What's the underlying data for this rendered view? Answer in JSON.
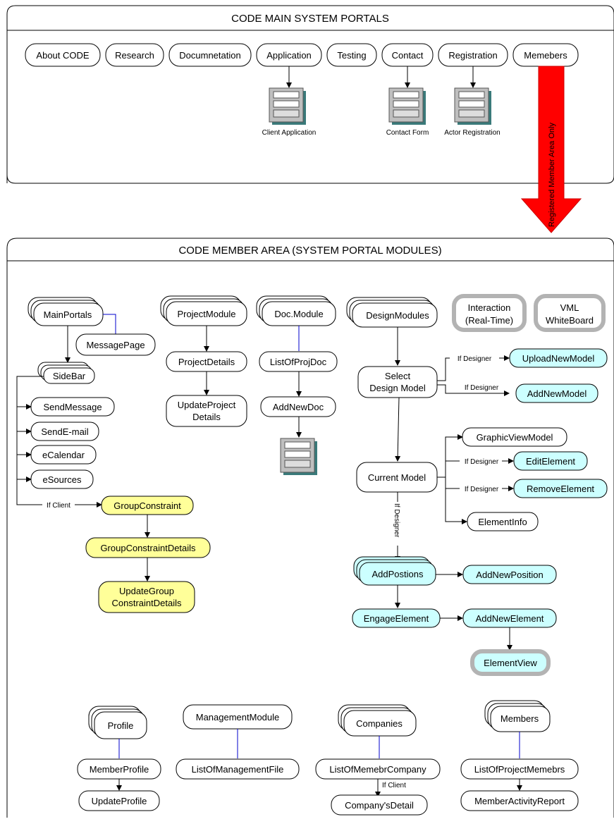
{
  "top_panel": {
    "title": "CODE MAIN SYSTEM PORTALS",
    "tabs": [
      "About CODE",
      "Research",
      "Documnetation",
      "Application",
      "Testing",
      "Contact",
      "Registration",
      "Memebers"
    ],
    "forms": [
      "Client Application",
      "Contact Form",
      "Actor Registration"
    ],
    "arrow_label": "Registered Member Area Only"
  },
  "member_panel": {
    "title": "CODE MEMBER AREA (SYSTEM PORTAL MODULES)"
  },
  "nodes": {
    "mainportals": "MainPortals",
    "messagepage": "MessagePage",
    "sidebar": "SideBar",
    "sendmessage": "SendMessage",
    "sendemail": "SendE-mail",
    "ecalendar": "eCalendar",
    "esources": "eSources",
    "if_client": "If Client",
    "groupconstraint": "GroupConstraint",
    "groupconstraintdetails": "GroupConstraintDetails",
    "updategroup_1": "UpdateGroup",
    "updategroup_2": "ConstraintDetails",
    "projectmodule": "ProjectModule",
    "projectdetails": "ProjectDetails",
    "updateproject_1": "UpdateProject",
    "updateproject_2": "Details",
    "docmodule": "Doc.Module",
    "listofprojdoc": "ListOfProjDoc",
    "addnewdoc": "AddNewDoc",
    "designmodules": "DesignModules",
    "interaction_1": "Interaction",
    "interaction_2": "(Real-Time)",
    "vml_1": "VML",
    "vml_2": "WhiteBoard",
    "select_1": "Select",
    "select_2": "Design Model",
    "if_designer": "If Designer",
    "uploadnewmodel": "UploadNewModel",
    "addnewmodel": "AddNewModel",
    "currentmodel": "Current Model",
    "graphicviewmodel": "GraphicViewModel",
    "editelement": "EditElement",
    "removeelement": "RemoveElement",
    "elementinfo": "ElementInfo",
    "addpostions": "AddPostions",
    "addnewposition": "AddNewPosition",
    "engageelement": "EngageElement",
    "addnewelement": "AddNewElement",
    "elementview": "ElementView",
    "profile": "Profile",
    "memberprofile": "MemberProfile",
    "updateprofile": "UpdateProfile",
    "managementmodule": "ManagementModule",
    "listofmanagementfile": "ListOfManagementFile",
    "companies": "Companies",
    "listofmemebrcompany": "ListOfMemebrCompany",
    "companysdetail": "Company'sDetail",
    "members": "Members",
    "listofprojectmemebrs": "ListOfProjectMemebrs",
    "memberactivityreport": "MemberActivityReport"
  }
}
